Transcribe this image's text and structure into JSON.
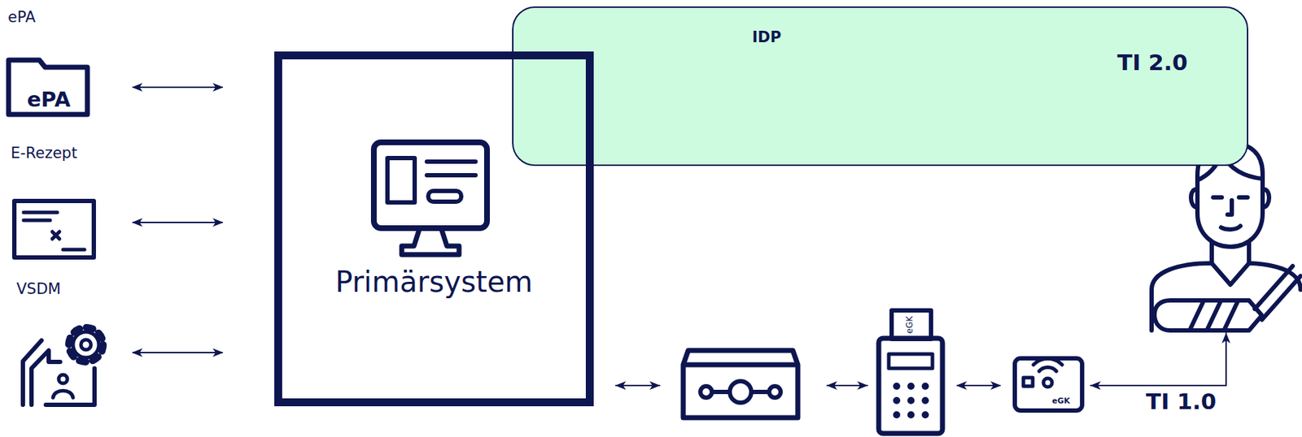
{
  "diagram": {
    "nodes": [
      {
        "text": [
          "ePA",
          "ePA"
        ]
      },
      {
        "text": [
          "E-Rezept"
        ]
      },
      {
        "text": [
          "VSDM"
        ]
      },
      {
        "text": [
          "Primärsystem"
        ]
      },
      {
        "text": [
          "TI 2.0"
        ]
      },
      {
        "text": [
          "IDP"
        ],
        "in": 4
      },
      {
        "text": [
          "eGK"
        ]
      },
      {
        "text": [
          "eGK"
        ]
      }
    ],
    "edges": [
      {
        "from": 0,
        "to": 3,
        "arrow": "both"
      },
      {
        "from": 1,
        "to": 3,
        "arrow": "both"
      },
      {
        "from": 2,
        "to": 3,
        "arrow": "both"
      },
      {
        "from": 3,
        "to": 5,
        "arrow": "both"
      },
      {
        "from": 6,
        "to": 7,
        "arrow": "both"
      }
    ],
    "labels": [
      "TI 1.0"
    ]
  }
}
